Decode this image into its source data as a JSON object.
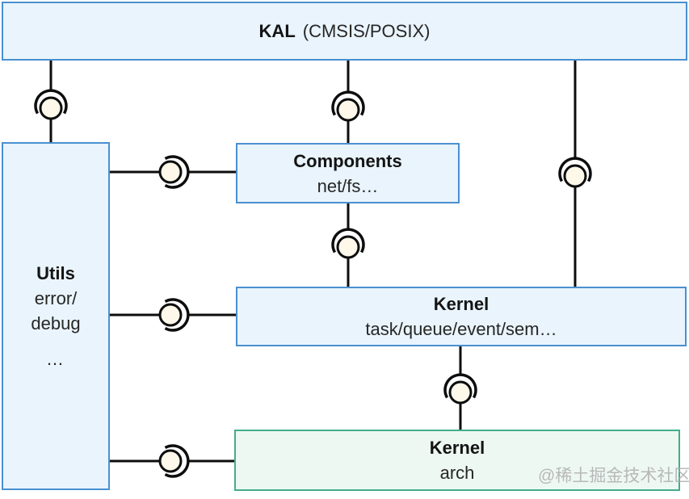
{
  "diagram": {
    "kal": {
      "title": "KAL",
      "subtitle": "(CMSIS/POSIX)"
    },
    "utils": {
      "title": "Utils",
      "line1": "error/",
      "line2": "debug",
      "line3": "…"
    },
    "components": {
      "title": "Components",
      "subtitle": "net/fs…"
    },
    "kernel": {
      "title": "Kernel",
      "subtitle": "task/queue/event/sem…"
    },
    "kernel_arch": {
      "title": "Kernel",
      "subtitle": "arch"
    },
    "watermark": "@稀土掘金技术社区",
    "colors": {
      "box_blue_fill": "#e9f4fc",
      "box_blue_border": "#4a90d0",
      "box_green_fill": "#eef8f3",
      "box_green_border": "#43ad8c",
      "connector_line": "#0d0d0d",
      "ball_fill": "#fdf8ea",
      "watermark_gray": "#aeaeae"
    }
  }
}
